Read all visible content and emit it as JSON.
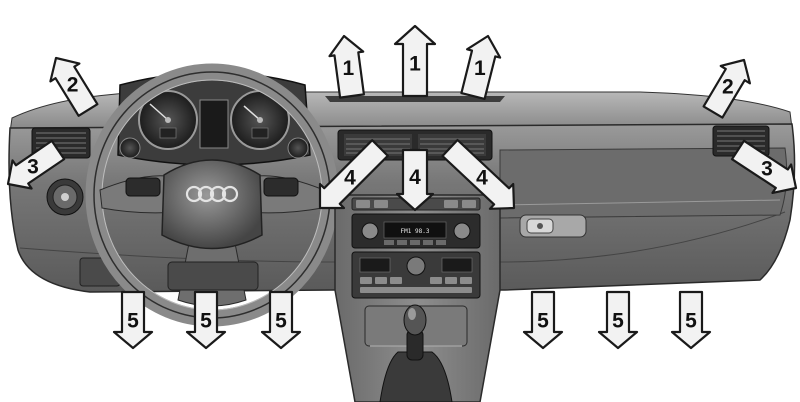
{
  "colors": {
    "arrow_fill": "#f2f2f2",
    "arrow_stroke": "#1a1a1a",
    "dash_dark": "#545454",
    "dash_mid": "#8c8c8c",
    "dash_light": "#c8c8c8",
    "background": "#ffffff"
  },
  "arrows": [
    {
      "label": "1"
    },
    {
      "label": "1"
    },
    {
      "label": "1"
    },
    {
      "label": "2"
    },
    {
      "label": "2"
    },
    {
      "label": "3"
    },
    {
      "label": "3"
    },
    {
      "label": "4"
    },
    {
      "label": "4"
    },
    {
      "label": "4"
    },
    {
      "label": "5"
    },
    {
      "label": "5"
    },
    {
      "label": "5"
    },
    {
      "label": "5"
    },
    {
      "label": "5"
    },
    {
      "label": "5"
    }
  ],
  "radio_display": "FM1 98.3"
}
